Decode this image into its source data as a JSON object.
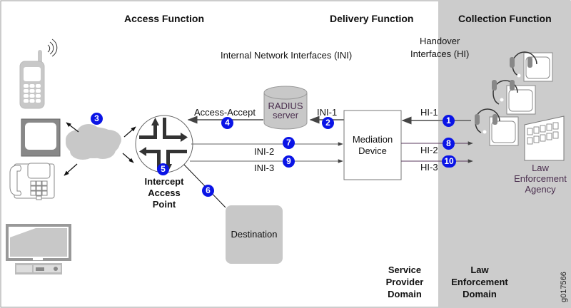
{
  "headings": {
    "access_function": "Access Function",
    "delivery_function": "Delivery Function",
    "collection_function": "Collection Function"
  },
  "interface_labels": {
    "ini_group": "Internal Network Interfaces (INI)",
    "hi_group_line1": "Handover",
    "hi_group_line2": "Interfaces (HI)"
  },
  "nodes": {
    "radius_line1": "RADIUS",
    "radius_line2": "server",
    "mediation_line1": "Mediation",
    "mediation_line2": "Device",
    "iap_line1": "Intercept",
    "iap_line2": "Access",
    "iap_line3": "Point",
    "destination": "Destination",
    "lea_line1": "Law",
    "lea_line2": "Enforcement",
    "lea_line3": "Agency"
  },
  "links": {
    "access_accept": "Access-Accept",
    "ini1": "INI-1",
    "ini2": "INI-2",
    "ini3": "INI-3",
    "hi1": "HI-1",
    "hi2": "HI-2",
    "hi3": "HI-3"
  },
  "steps": [
    "1",
    "2",
    "3",
    "4",
    "5",
    "6",
    "7",
    "8",
    "9",
    "10"
  ],
  "domains": {
    "sp_line1": "Service",
    "sp_line2": "Provider",
    "sp_line3": "Domain",
    "le_line1": "Law",
    "le_line2": "Enforcement",
    "le_line3": "Domain"
  },
  "figure_id": "g017566",
  "colors": {
    "step_badge": "#0a14e6",
    "le_domain_bg": "#cccccc",
    "device_gray": "#c8c8c8",
    "arrow_dark": "#555555",
    "hi_line_purple": "#5a3a5e"
  },
  "icons": [
    "cell-phone-icon",
    "tv-monitor-icon",
    "desk-phone-icon",
    "flat-screen-tv-icon",
    "cloud-network-icon",
    "router-icon",
    "database-icon",
    "headset-terminal-icon",
    "building-icon"
  ]
}
